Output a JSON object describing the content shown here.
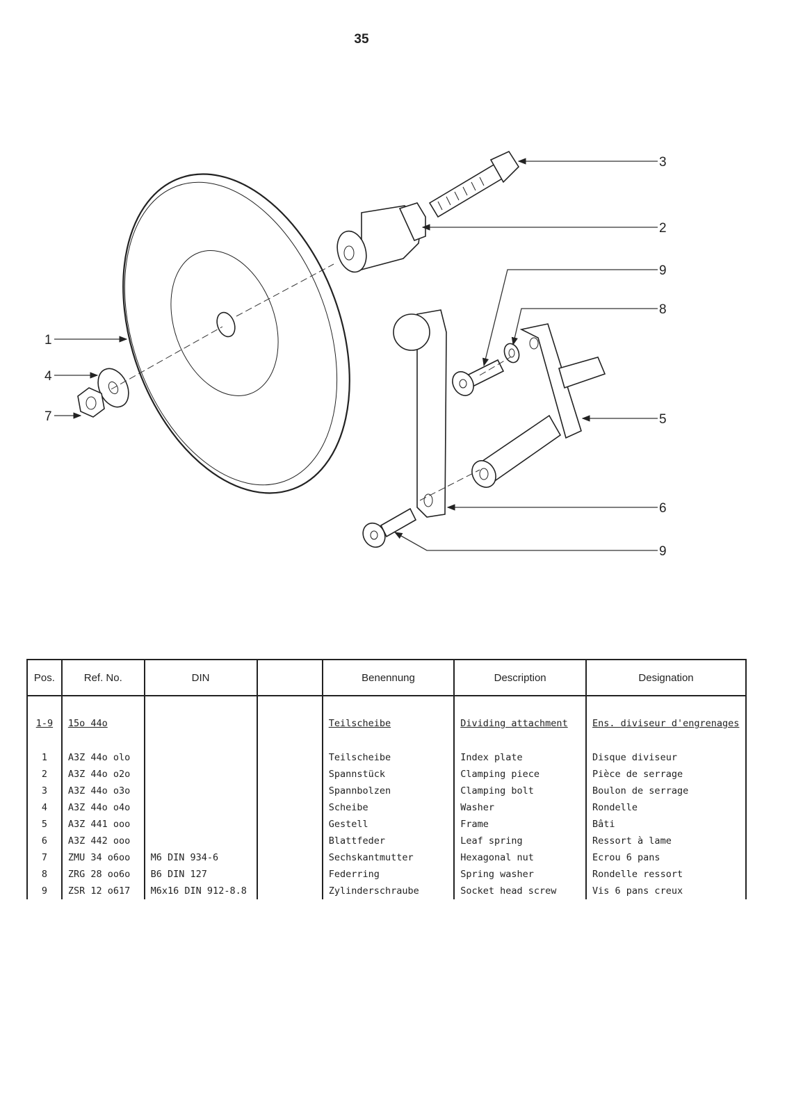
{
  "page": {
    "number": "35"
  },
  "drawing": {
    "callouts": [
      "3",
      "2",
      "9",
      "8",
      "1",
      "4",
      "7",
      "5",
      "6",
      "9"
    ]
  },
  "table": {
    "headers": {
      "pos": "Pos.",
      "ref": "Ref. No.",
      "din": "DIN",
      "blank": "",
      "benennung": "Benennung",
      "description": "Description",
      "designation": "Designation"
    },
    "group": {
      "pos": "1-9",
      "ref": "15o 44o",
      "benennung": "Teilscheibe",
      "description": "Dividing attachment",
      "designation": "Ens. diviseur d'engrenages"
    },
    "rows": [
      {
        "pos": "1",
        "ref": "A3Z 44o olo",
        "din": "",
        "benennung": "Teilscheibe",
        "description": "Index plate",
        "designation": "Disque diviseur"
      },
      {
        "pos": "2",
        "ref": "A3Z 44o o2o",
        "din": "",
        "benennung": "Spannstück",
        "description": "Clamping piece",
        "designation": "Pièce de serrage"
      },
      {
        "pos": "3",
        "ref": "A3Z 44o o3o",
        "din": "",
        "benennung": "Spannbolzen",
        "description": "Clamping bolt",
        "designation": "Boulon de serrage"
      },
      {
        "pos": "4",
        "ref": "A3Z 44o o4o",
        "din": "",
        "benennung": "Scheibe",
        "description": "Washer",
        "designation": "Rondelle"
      },
      {
        "pos": "5",
        "ref": "A3Z 441 ooo",
        "din": "",
        "benennung": "Gestell",
        "description": "Frame",
        "designation": "Bâti"
      },
      {
        "pos": "6",
        "ref": "A3Z 442 ooo",
        "din": "",
        "benennung": "Blattfeder",
        "description": "Leaf spring",
        "designation": "Ressort à lame"
      },
      {
        "pos": "7",
        "ref": "ZMU 34 o6oo",
        "din": "M6 DIN 934-6",
        "benennung": "Sechskantmutter",
        "description": "Hexagonal nut",
        "designation": "Ecrou 6 pans"
      },
      {
        "pos": "8",
        "ref": "ZRG 28 oo6o",
        "din": "B6 DIN 127",
        "benennung": "Federring",
        "description": "Spring washer",
        "designation": "Rondelle ressort"
      },
      {
        "pos": "9",
        "ref": "ZSR 12 o617",
        "din": "M6x16 DIN 912-8.8",
        "benennung": "Zylinderschraube",
        "description": "Socket head screw",
        "designation": "Vis 6 pans creux"
      }
    ]
  }
}
